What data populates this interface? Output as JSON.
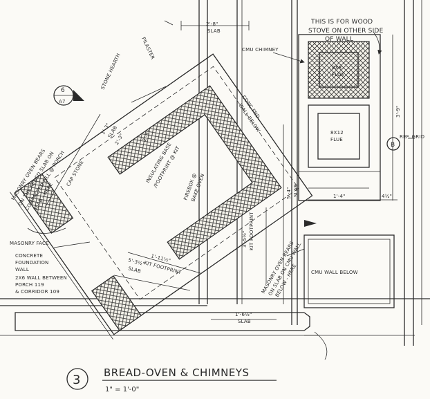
{
  "drawing": {
    "title": "BREAD-OVEN & CHIMNEYS",
    "scale": "1\" = 1'-0\"",
    "detail_number": "3"
  },
  "section_marker": {
    "top": "6",
    "bottom": "A7"
  },
  "grid_marker": "B",
  "notes": {
    "handwritten": [
      "THIS IS FOR WOOD",
      "STOVE ON OTHER SIDE",
      "OF WALL"
    ],
    "cmu_chimney": "CMU CHIMNEY",
    "flue_8x8": [
      "8X8",
      "FLUE"
    ],
    "flue_8x12": [
      "8X12",
      "FLUE"
    ],
    "pilaster": "PILASTER",
    "stone_hearth": "STONE HEARTH",
    "conc_fnd": [
      "CONC FND.",
      "WALL BELOW"
    ],
    "insulating_base": [
      "INSULATING BASE",
      "/FOOTPRINT @ KIT"
    ],
    "firebox": [
      "FIREBOX @",
      "BAKE OVEN"
    ],
    "cap_stone": "CAP STONE",
    "masonry_bears": [
      "MASONRY OVEN BEARS",
      "ON THICKENED SLAB ON",
      "COMPACTED FILL @ PORCH",
      "SLAB - HERE"
    ],
    "masonry_face": "MASONRY FACE",
    "foundation": [
      "CONCRETE",
      "FOUNDATION",
      "WALL"
    ],
    "wall_between": [
      "2X6 WALL BETWEEN",
      "PORCH 119",
      "& CORRIDOR 109"
    ],
    "cmu_wall_bears": [
      "MASONRY OVEN BEARS",
      "ON SLAB ON CMU WALL",
      "BELOW - HERE"
    ],
    "cmu_wall_below": "CMU WALL BELOW",
    "ref_grid": "REF. GRID"
  },
  "dimensions": {
    "top_slab": [
      "2'-8\"",
      "SLAB"
    ],
    "slab_1_3": [
      "1'-3\"",
      "SLAB"
    ],
    "d_2_3": "2'-3\"",
    "d_1_5": "1'-5\"",
    "d_1_11": [
      "1'-11½\"",
      "KIT FOOTPRINT"
    ],
    "d_5_3": [
      "5'-3½\"",
      "SLAB"
    ],
    "d_3_5_kit": [
      "3'-5½\"",
      "KIT FOOTPRINT"
    ],
    "d_5_4": [
      "5'-4\"",
      "SLAB"
    ],
    "d_1_4": "1'-4\"",
    "d_4_5": "4½\"",
    "d_3_9": "3'-9\"",
    "bottom_slab": [
      "1'-6½\"",
      "SLAB"
    ]
  }
}
